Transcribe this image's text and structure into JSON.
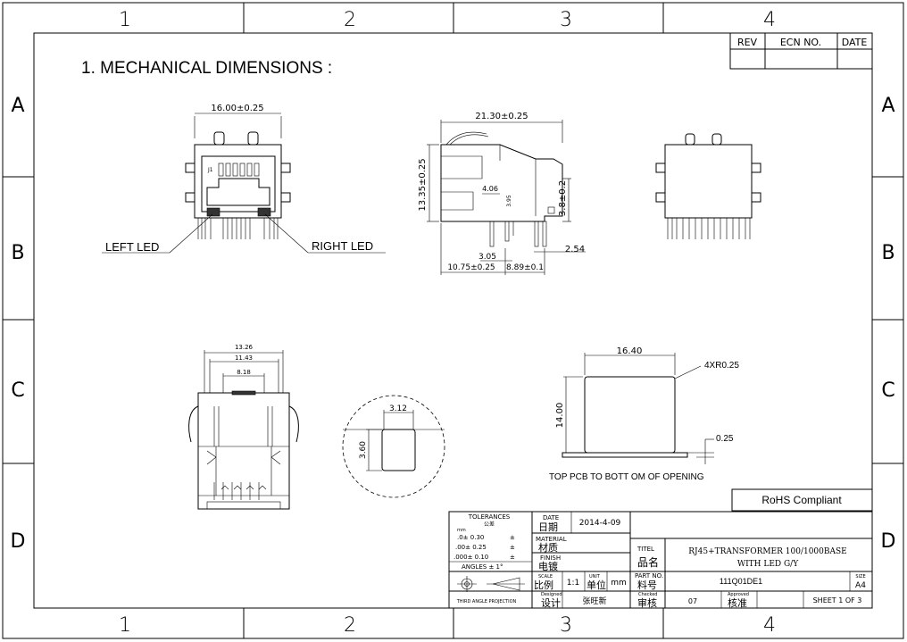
{
  "frame": {
    "columns": [
      "1",
      "2",
      "3",
      "4"
    ],
    "rows": [
      "A",
      "B",
      "C",
      "D"
    ]
  },
  "revision_table": {
    "rev": "REV",
    "ecn": "ECN NO.",
    "date": "DATE"
  },
  "title": "1. MECHANICAL DIMENSIONS :",
  "front_view": {
    "width_dim": "16.00±0.25",
    "left_led": "LEFT LED",
    "right_led": "RIGHT LED",
    "j1": "J1"
  },
  "side_view": {
    "width_dim": "21.30±0.25",
    "height_dim": "13.35±0.25",
    "d406": "4.06",
    "d395": "3.95",
    "d38": "3.8±0.2",
    "d254": "2.54",
    "d305": "3.05",
    "d1075": "10.75±0.25",
    "d889": "8.89±0.1"
  },
  "bottom_view": {
    "d1326": "13.26",
    "d1143": "11.43",
    "d818": "8.18"
  },
  "detail_view": {
    "d312": "3.12",
    "d360": "3.60"
  },
  "panel_cutout": {
    "width": "16.40",
    "height": "14.00",
    "radius": "4XR0.25",
    "offset": "0.25",
    "note": "TOP PCB TO BOTT OM OF OPENING"
  },
  "rohs": "RoHS  Compliant",
  "title_block": {
    "tolerances": "TOLERANCES",
    "tol_cn": "公差",
    "mm": "mm",
    "tol1": ".0±  0.30",
    "tol2": ".00±  0.25",
    "tol3": ".000±  0.10",
    "pm": "±",
    "angles": "ANGLES   ±    1°",
    "date_lbl": "DATE",
    "date_cn": "日期",
    "date_val": "2014-4-09",
    "material_lbl": "MATERIAL",
    "material_cn": "材质",
    "finish_lbl": "FINISH",
    "finish_cn": "电镀",
    "titel_lbl": "TITEL",
    "titel_cn": "品名",
    "titel_val1": "RJ45+TRANSFORMER 100/1000BASE",
    "titel_val2": "WITH LED G/Y",
    "scale_lbl": "SCALE",
    "scale_cn": "比例",
    "scale_val": "1:1",
    "unit_lbl": "UNIT",
    "unit_cn": "单位",
    "unit_val": "mm",
    "part_lbl": "PART NO.",
    "part_cn": "料号",
    "part_val": "111Q01DE1",
    "size_lbl": "SIZE",
    "size_val": "A4",
    "projection": "THIRD ANGLE PROJECTION",
    "designed_lbl": "Designed",
    "designed_cn": "设计",
    "designer": "张旺新",
    "checked_lbl": "Checked",
    "checked_cn": "审核",
    "checked_val": "07",
    "approved_lbl": "Approved",
    "approved_cn": "核准",
    "sheet": "SHEET 1   OF 3"
  }
}
